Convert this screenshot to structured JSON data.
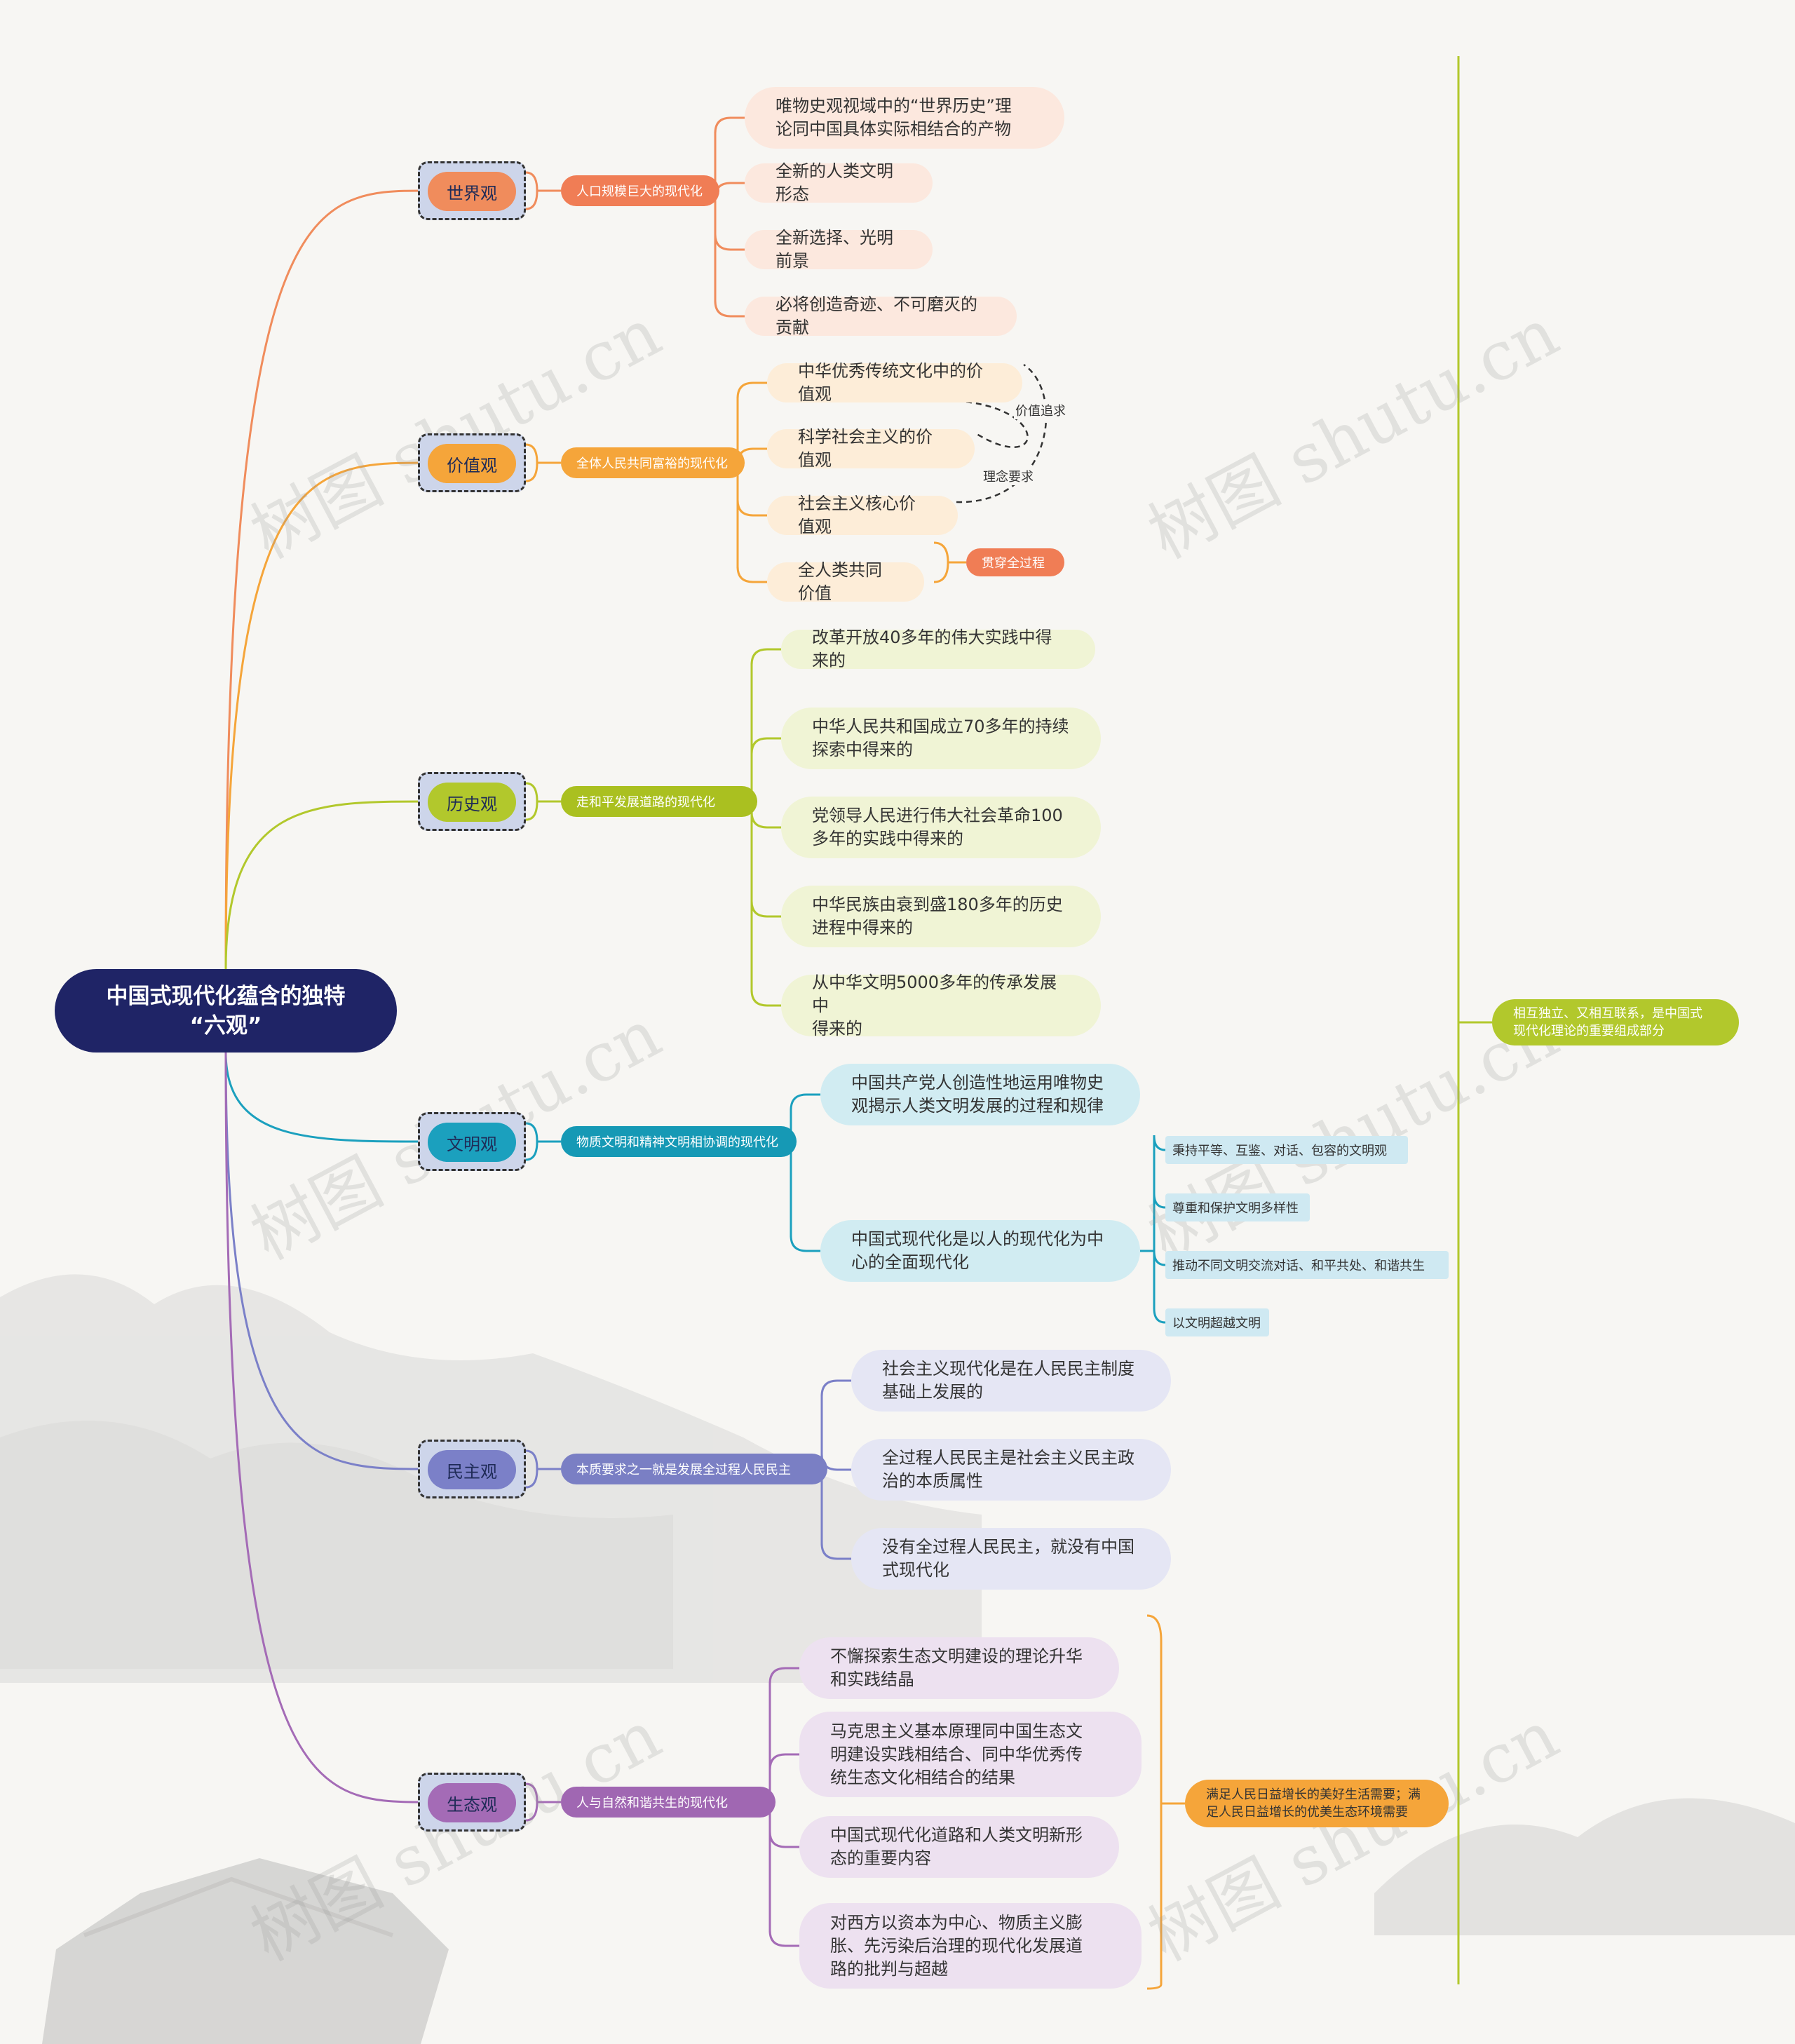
{
  "root": {
    "label": "中国式现代化蕴含的独特\n“六观”"
  },
  "branches": [
    {
      "id": "world",
      "label": "世界观",
      "color": "#f08c5c",
      "sub": {
        "label": "人口规模巨大的现代化",
        "color": "#f07d55"
      },
      "leaves": [
        "唯物史观视域中的“世界历史”理\n论同中国具体实际相结合的产物",
        "全新的人类文明形态",
        "全新选择、光明前景",
        "必将创造奇迹、不可磨灭的贡献"
      ]
    },
    {
      "id": "value",
      "label": "价值观",
      "color": "#f5a53a",
      "sub": {
        "label": "全体人民共同富裕的现代化",
        "color": "#f5a53a"
      },
      "leaves": [
        "中华优秀传统文化中的价值观",
        "科学社会主义的价值观",
        "社会主义核心价值观",
        "全人类共同价值"
      ],
      "tags": [
        "价值追求",
        "理念要求"
      ],
      "extra": "贯穿全过程"
    },
    {
      "id": "history",
      "label": "历史观",
      "color": "#b2c82c",
      "sub": {
        "label": "走和平发展道路的现代化",
        "color": "#aac020"
      },
      "leaves": [
        "改革开放40多年的伟大实践中得来的",
        "中华人民共和国成立70多年的持续\n探索中得来的",
        "党领导人民进行伟大社会革命100\n多年的实践中得来的",
        "中华民族由衰到盛180多年的历史\n进程中得来的",
        "从中华文明5000多年的传承发展中\n得来的"
      ]
    },
    {
      "id": "civil",
      "label": "文明观",
      "color": "#1ba0be",
      "sub": {
        "label": "物质文明和精神文明相协调的现代化",
        "color": "#1699b5"
      },
      "leaves": [
        "中国共产党人创造性地运用唯物史\n观揭示人类文明发展的过程和规律",
        "中国式现代化是以人的现代化为中\n心的全面现代化"
      ],
      "smalls": [
        "秉持平等、互鉴、对话、包容的文明观",
        "尊重和保护文明多样性",
        "推动不同文明交流对话、和平共处、和谐共生",
        "以文明超越文明"
      ]
    },
    {
      "id": "democ",
      "label": "民主观",
      "color": "#7b80c8",
      "sub": {
        "label": "本质要求之一就是发展全过程人民民主",
        "color": "#7a7fc4"
      },
      "leaves": [
        "社会主义现代化是在人民民主制度\n基础上发展的",
        "全过程人民民主是社会主义民主政\n治的本质属性",
        "没有全过程人民民主，就没有中国\n式现代化"
      ]
    },
    {
      "id": "eco",
      "label": "生态观",
      "color": "#a46bb6",
      "sub": {
        "label": "人与自然和谐共生的现代化",
        "color": "#a067b2"
      },
      "leaves": [
        "不懈探索生态文明建设的理论升华\n和实践结晶",
        "马克思主义基本原理同中国生态文\n明建设实践相结合、同中华优秀传\n统生态文化相结合的结果",
        "中国式现代化道路和人类文明新形\n态的重要内容",
        "对西方以资本为中心、物质主义膨\n胀、先污染后治理的现代化发展道\n路的批判与超越"
      ],
      "note": "满足人民日益增长的美好生活需要；满\n足人民日益增长的优美生态环境需要"
    }
  ],
  "summary": "相互独立、又相互联系，是中国式\n现代化理论的重要组成部分",
  "watermark": "树图 shutu.cn"
}
